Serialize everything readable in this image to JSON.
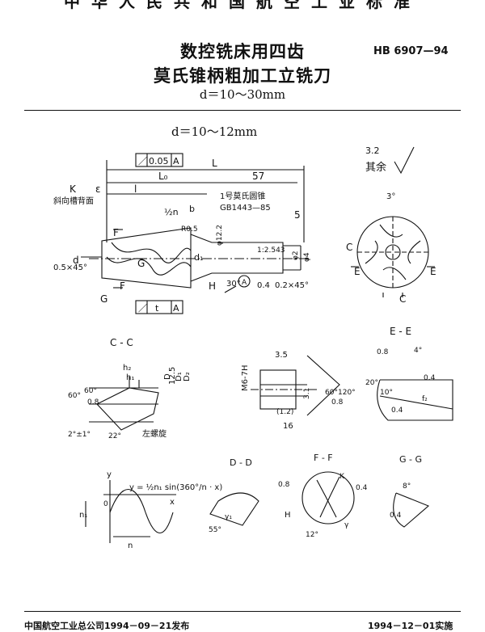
{
  "header": {
    "standard_org": "中华人民共和国航空工业标准",
    "title_line1": "数控铣床用四齿",
    "title_line2": "莫氏锥柄粗加工立铣刀",
    "standard_number": "HB 6907—94",
    "range": "d＝10～30mm"
  },
  "drawing": {
    "subtitle": "d＝10～12mm",
    "other_surface_note": "其余",
    "roughness_default": "3.2",
    "tol_box_top": [
      "／",
      "0.05",
      "A"
    ],
    "tol_box_bottom": [
      "／",
      "t",
      "A"
    ],
    "dims": {
      "L": "L",
      "L0": "L₀",
      "l": "l",
      "len57": "57",
      "five": "5",
      "n_half": "½n",
      "b": "b",
      "K": "K",
      "eps": "ε",
      "d": "d",
      "d1": "d₁",
      "F": "F",
      "G": "G",
      "H": "H",
      "E": "E",
      "C": "C",
      "chamfer1": "0.5×45°",
      "chamfer2": "0.2×45°",
      "ra4": "0.4",
      "r085": "R0.5",
      "angle30": "30°",
      "angle3": "3°",
      "datumA": "A",
      "phi12": "φ12.2",
      "taper": "1:2.543",
      "dia2": "φ2",
      "dia4": "φ4",
      "morse_note_1": "1号莫氏圆锥",
      "morse_note_2": "GB1443—85",
      "k_note": "斜向槽背面"
    },
    "sections": {
      "cc": "C - C",
      "ee": "E - E",
      "dd": "D - D",
      "ff": "F - F",
      "gg": "G - G",
      "m6": "M6-7H",
      "d35": "3.5",
      "d16": "16",
      "d12": "(1.2)",
      "d31": "3.1",
      "a60": "60°",
      "a120": "120°",
      "r08": "0.8",
      "r04": "0.4",
      "h2": "h₂",
      "h1": "h₁",
      "D": "D",
      "D1": "D₁",
      "D2": "D₂",
      "d125": "12.5",
      "a60a": "60°",
      "a60b": "60°",
      "a22": "22°",
      "a2": "2°±1°",
      "left_spiral": "左螺旋",
      "a20": "20°",
      "a10": "10°",
      "a4": "4°",
      "f2": "f₂",
      "gamma": "γ₁",
      "a55": "55°",
      "a12": "12°",
      "a8": "8°",
      "K2": "K",
      "H2": "H",
      "y": "γ"
    },
    "curve": {
      "formula": "y = ½n₁ sin(360°/n · x)",
      "y_axis": "y",
      "x_axis": "x",
      "origin": "0",
      "n1": "n₁",
      "n": "n"
    }
  },
  "footer": {
    "left": "中国航空工业总公司1994－09－21发布",
    "right": "1994－12－01实施"
  }
}
